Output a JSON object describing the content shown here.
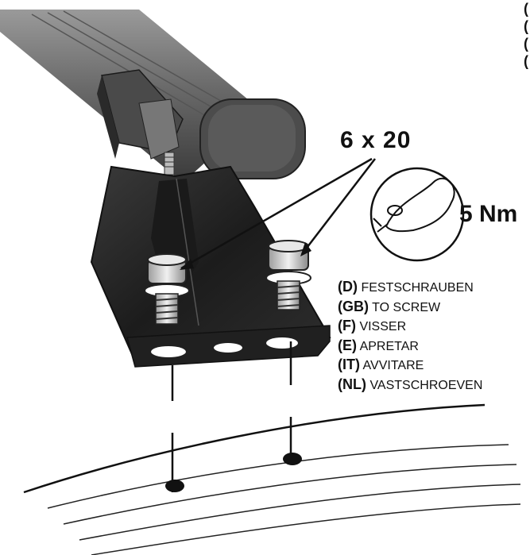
{
  "dimension_label": "6 x 20",
  "torque_label": "5 Nm",
  "clipped_letters": [
    "(",
    "(",
    "(",
    "("
  ],
  "languages": [
    {
      "code": "(D)",
      "text": "FESTSCHRAUBEN"
    },
    {
      "code": "(GB)",
      "text": "TO SCREW"
    },
    {
      "code": "(F)",
      "text": "VISSER"
    },
    {
      "code": "(E)",
      "text": "APRETAR"
    },
    {
      "code": "(IT)",
      "text": "AVVITARE"
    },
    {
      "code": "(NL)",
      "text": "VASTSCHROEVEN"
    }
  ],
  "colors": {
    "ink": "#111111",
    "metal_dark": "#2b2b2b",
    "metal_mid": "#6f6f6f",
    "metal_light": "#bdbdbd"
  },
  "icons": [
    "roof-bar",
    "mounting-bracket",
    "bolt",
    "washer",
    "screwdriver-arm-icon"
  ]
}
